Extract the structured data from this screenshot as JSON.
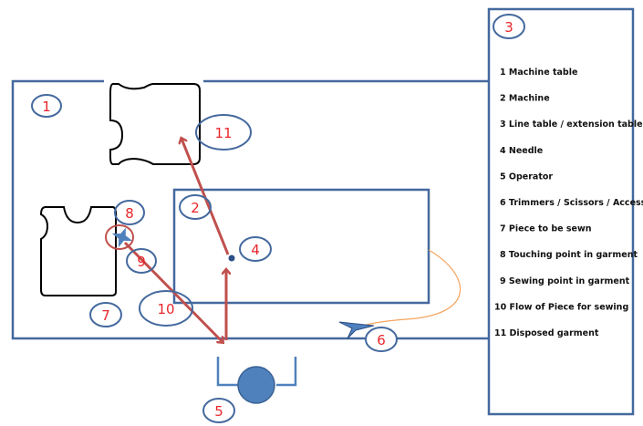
{
  "diagram": {
    "title_marker": "3",
    "legend": [
      {
        "num": "1",
        "text": "Machine table"
      },
      {
        "num": "2",
        "text": "Machine"
      },
      {
        "num": "3",
        "text": "Line table / extension table"
      },
      {
        "num": "4",
        "text": "Needle"
      },
      {
        "num": "5",
        "text": "Operator"
      },
      {
        "num": "6",
        "text": "Trimmers / Scissors / Accessories"
      },
      {
        "num": "7",
        "text": "Piece to be sewn"
      },
      {
        "num": "8",
        "text": "Touching point in garment"
      },
      {
        "num": "9",
        "text": "Sewing point in garment"
      },
      {
        "num": "10",
        "text": "Flow of Piece for sewing"
      },
      {
        "num": "11",
        "text": "Disposed garment"
      }
    ],
    "markers": {
      "m1": "1",
      "m2": "2",
      "m3": "3",
      "m4": "4",
      "m5": "5",
      "m6": "6",
      "m7": "7",
      "m8": "8",
      "m9": "9",
      "m10": "10",
      "m11": "11"
    },
    "colors": {
      "structure": "#44699e",
      "marker_text": "#e8262b",
      "flow_arrow": "#c0504d",
      "garment_outline": "#000000",
      "thread": "#f4a460",
      "operator": "#4f81bd"
    }
  }
}
